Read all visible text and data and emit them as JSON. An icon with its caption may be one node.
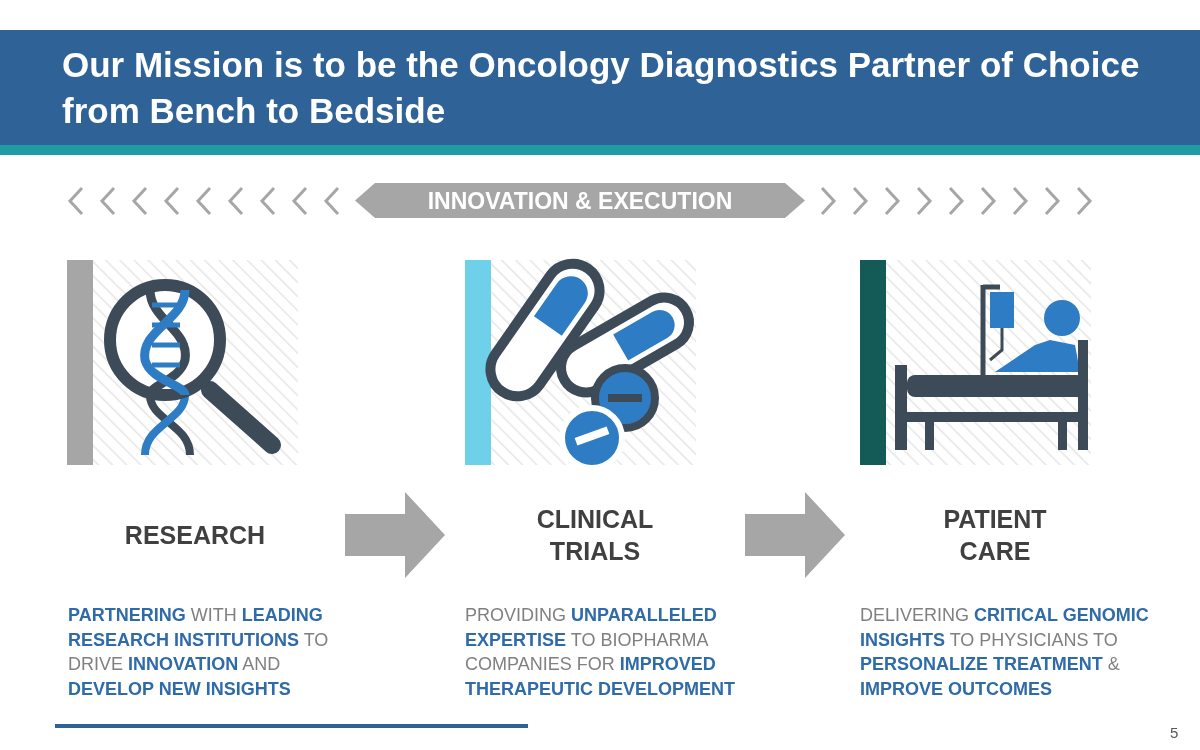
{
  "diagram": {
    "title": "Our Mission is to be the Oncology Diagnostics Partner of Choice from Bench to Bedside",
    "nodes": [
      {
        "text": [
          "RESEARCH"
        ],
        "beside": [
          "**PARTNERING** WITH **LEADING RESEARCH INSTITUTIONS** TO DRIVE **INNOVATION** AND **DEVELOP NEW INSIGHTS**"
        ]
      },
      {
        "text": [
          "CLINICAL TRIALS"
        ],
        "beside": [
          "PROVIDING **UNPARALLELED EXPERTISE** TO BIOPHARMA COMPANIES FOR **IMPROVED THERAPEUTIC DEVELOPMENT**"
        ]
      },
      {
        "text": [
          "PATIENT CARE"
        ],
        "beside": [
          "DELIVERING **CRITICAL GENOMIC INSIGHTS** TO PHYSICIANS TO **PERSONALIZE TREATMENT** & **IMPROVE OUTCOMES**"
        ]
      }
    ],
    "edges": [
      {
        "from": 0,
        "to": 1,
        "arrow": "to"
      },
      {
        "from": 1,
        "to": 2,
        "arrow": "to"
      }
    ],
    "labels": [
      "INNOVATION & EXECUTION",
      "5"
    ]
  }
}
